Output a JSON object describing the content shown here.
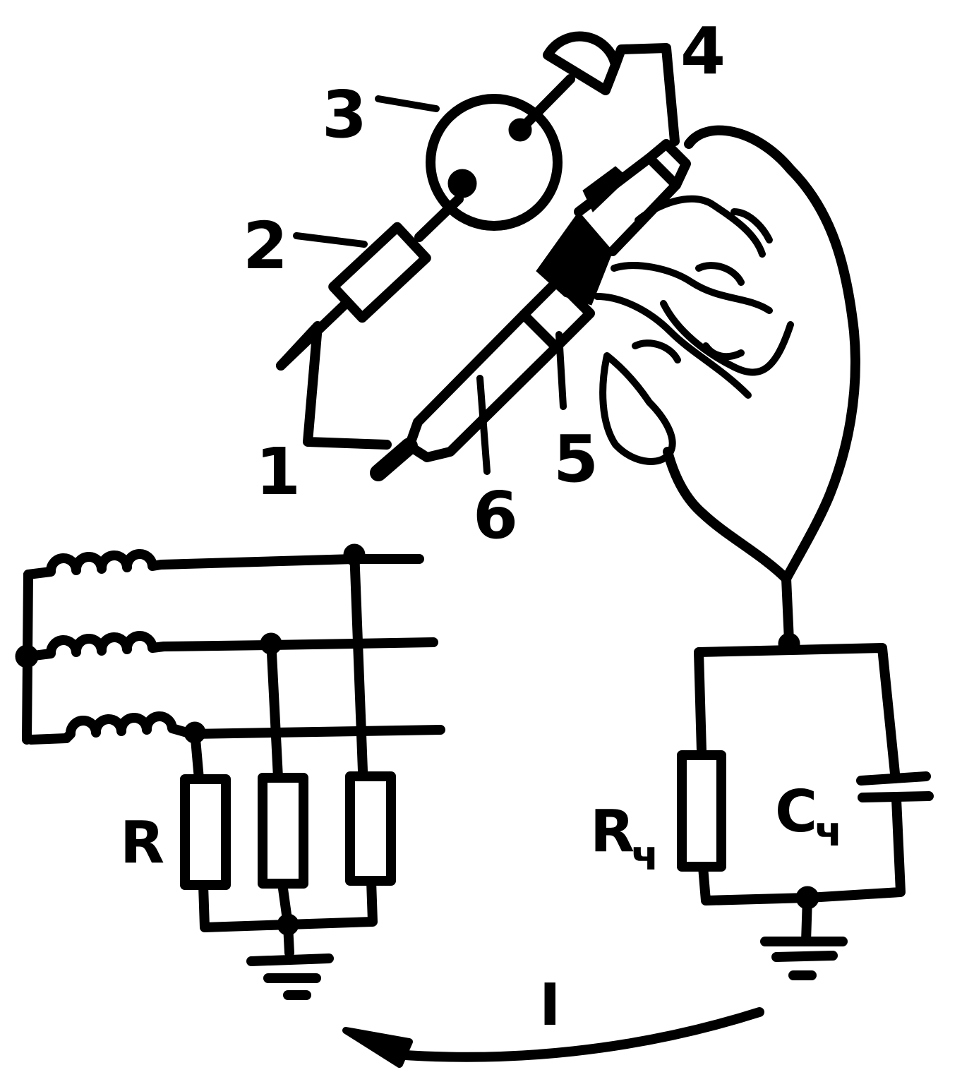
{
  "labels": {
    "part_1": "1",
    "part_2": "2",
    "part_3": "3",
    "part_4": "4",
    "part_5": "5",
    "part_6": "6",
    "resistor_r": "R",
    "body_resistance_main": "R",
    "body_resistance_sub": "ч",
    "body_capacitance_main": "C",
    "body_capacitance_sub": "ч",
    "current": "I"
  }
}
